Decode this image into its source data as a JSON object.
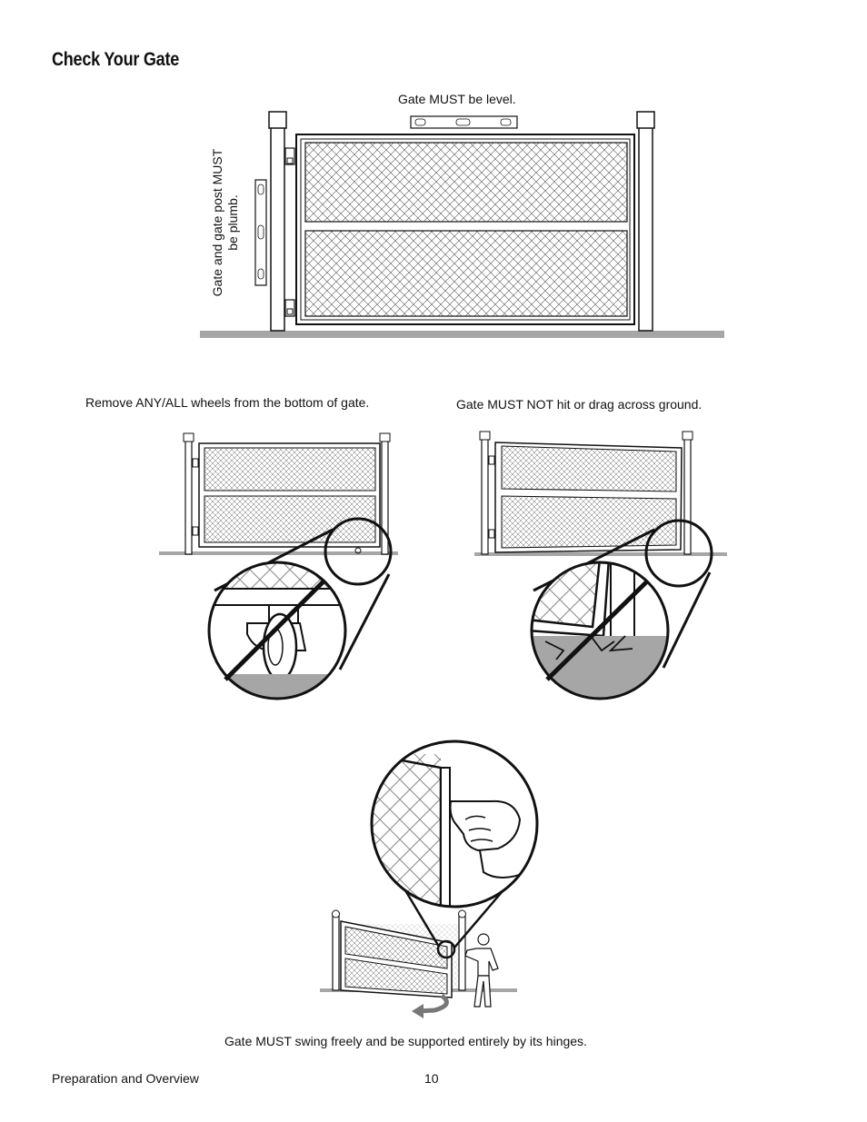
{
  "page": {
    "title": "Check Your Gate",
    "captions": {
      "level": "Gate MUST be level.",
      "plumb_line1": "Gate and gate post MUST",
      "plumb_line2": "be plumb.",
      "wheels": "Remove ANY/ALL wheels from the bottom of gate.",
      "drag": "Gate MUST NOT hit or drag across ground.",
      "swing": "Gate MUST swing freely and be supported entirely by its hinges."
    },
    "footer": {
      "section": "Preparation and Overview",
      "page_number": "10"
    },
    "colors": {
      "line": "#111111",
      "ground": "#a6a6a6",
      "mesh": "#555555"
    },
    "icons": [
      "level-tool-icon",
      "wheel-icon",
      "prohibited-slash-icon",
      "hand-icon",
      "person-icon",
      "swing-arrow-icon"
    ]
  }
}
